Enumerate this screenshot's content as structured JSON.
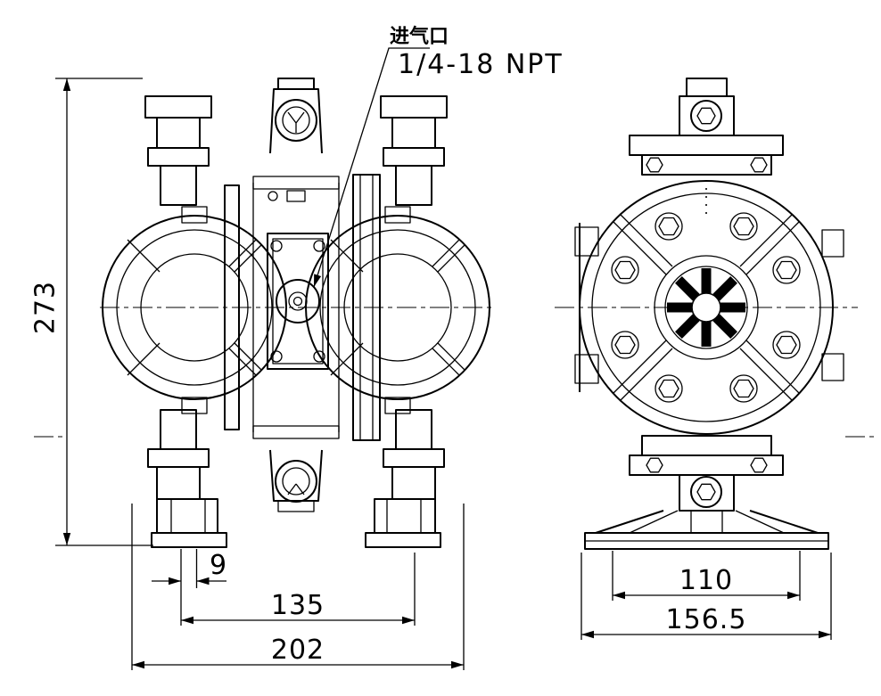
{
  "drawing": {
    "background": "#ffffff",
    "line_color": "#000000",
    "callout": {
      "inlet_label": "进气口",
      "inlet_thread": "1/4-18 NPT"
    },
    "dimensions": {
      "front_height": "273",
      "foot_offset": "9",
      "front_foot_span": "135",
      "front_overall_width": "202",
      "side_foot_span": "110",
      "side_overall_width": "156.5"
    }
  }
}
